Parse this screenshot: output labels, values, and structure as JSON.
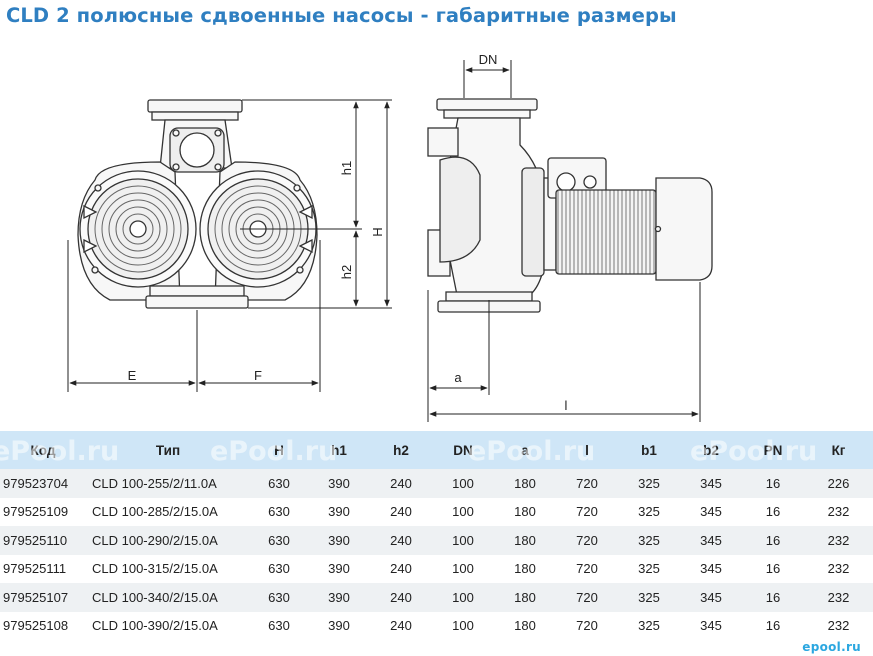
{
  "title": "CLD 2 полюсные сдвоенные насосы - габаритные размеры",
  "drawing": {
    "labels": {
      "dn": "DN",
      "h1": "h1",
      "h2": "h2",
      "h": "H",
      "e": "E",
      "f": "F",
      "a": "a",
      "l": "l"
    }
  },
  "watermark": {
    "text": "ePool.ru",
    "corner": "epool.ru"
  },
  "table": {
    "headers": [
      "Код",
      "Тип",
      "H",
      "h1",
      "h2",
      "DN",
      "a",
      "l",
      "b1",
      "b2",
      "PN",
      "Кг"
    ],
    "rows": [
      [
        "979523704",
        "CLD 100-255/2/11.0A",
        "630",
        "390",
        "240",
        "100",
        "180",
        "720",
        "325",
        "345",
        "16",
        "226"
      ],
      [
        "979525109",
        "CLD 100-285/2/15.0A",
        "630",
        "390",
        "240",
        "100",
        "180",
        "720",
        "325",
        "345",
        "16",
        "232"
      ],
      [
        "979525110",
        "CLD 100-290/2/15.0A",
        "630",
        "390",
        "240",
        "100",
        "180",
        "720",
        "325",
        "345",
        "16",
        "232"
      ],
      [
        "979525111",
        "CLD 100-315/2/15.0A",
        "630",
        "390",
        "240",
        "100",
        "180",
        "720",
        "325",
        "345",
        "16",
        "232"
      ],
      [
        "979525107",
        "CLD 100-340/2/15.0A",
        "630",
        "390",
        "240",
        "100",
        "180",
        "720",
        "325",
        "345",
        "16",
        "232"
      ],
      [
        "979525108",
        "CLD 100-390/2/15.0A",
        "630",
        "390",
        "240",
        "100",
        "180",
        "720",
        "325",
        "345",
        "16",
        "232"
      ]
    ]
  }
}
